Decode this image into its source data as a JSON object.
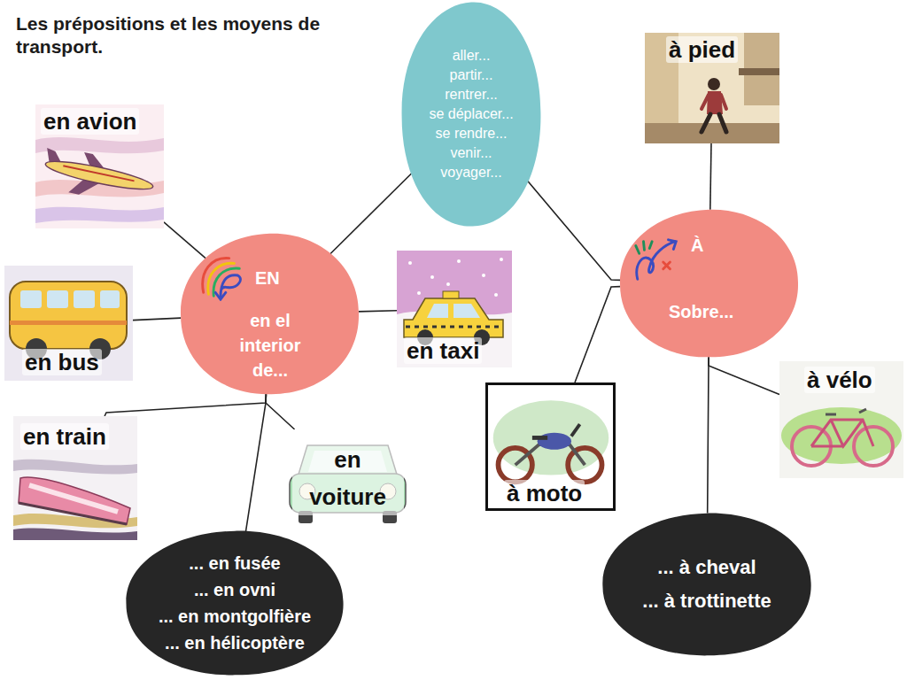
{
  "diagram": {
    "title": "Les prépositions et les moyens de transport.",
    "nodes": [
      {
        "text": [
          "en avion"
        ]
      },
      {
        "text": [
          "aller...",
          "partir...",
          "rentrer...",
          "se déplacer...",
          "se rendre...",
          "venir...",
          "voyager..."
        ]
      },
      {
        "text": [
          "à pied"
        ]
      },
      {
        "text": [
          "EN",
          "en el interior de..."
        ]
      },
      {
        "text": [
          "en bus"
        ]
      },
      {
        "text": [
          "en taxi"
        ]
      },
      {
        "text": [
          "À",
          "Sobre..."
        ]
      },
      {
        "text": [
          "à vélo"
        ]
      },
      {
        "text": [
          "en train"
        ]
      },
      {
        "text": [
          "en voiture"
        ]
      },
      {
        "text": [
          "à moto"
        ]
      },
      {
        "text": [
          "... en fusée",
          "... en ovni",
          "... en montgolfière",
          "... en hélicoptère"
        ]
      },
      {
        "text": [
          "... à cheval",
          "... à trottinette"
        ]
      }
    ],
    "edges": [
      {
        "from": 3,
        "to": 1,
        "arrow": "none"
      },
      {
        "from": 1,
        "to": 6,
        "arrow": "none"
      },
      {
        "from": 3,
        "to": 0,
        "arrow": "none"
      },
      {
        "from": 3,
        "to": 4,
        "arrow": "none"
      },
      {
        "from": 3,
        "to": 5,
        "arrow": "none"
      },
      {
        "from": 3,
        "to": 8,
        "arrow": "none"
      },
      {
        "from": 3,
        "to": 9,
        "arrow": "none"
      },
      {
        "from": 3,
        "to": 11,
        "arrow": "none"
      },
      {
        "from": 6,
        "to": 2,
        "arrow": "none"
      },
      {
        "from": 6,
        "to": 7,
        "arrow": "none"
      },
      {
        "from": 6,
        "to": 12,
        "arrow": "none"
      },
      {
        "from": 6,
        "to": 10,
        "arrow": "none"
      }
    ]
  }
}
